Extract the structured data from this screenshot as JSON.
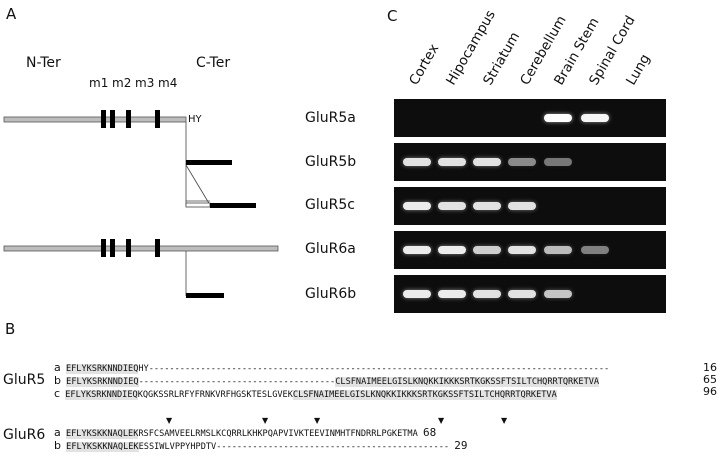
{
  "panels": {
    "a": "A",
    "b": "B",
    "c": "C"
  },
  "schematic": {
    "n_ter": "N-Ter",
    "c_ter": "C-Ter",
    "m1": "m1",
    "m2": "m2",
    "m3": "m3",
    "m4": "m4",
    "hy": "HY"
  },
  "isoforms": [
    "GluR5a",
    "GluR5b",
    "GluR5c",
    "GluR6a",
    "GluR6b"
  ],
  "tissues": [
    "Cortex",
    "Hipocampus",
    "Striatum",
    "Cerebellum",
    "Brain Stem",
    "Spinal Cord",
    "Lung"
  ],
  "gel_intensity": [
    [
      0,
      0,
      0,
      0,
      1.0,
      0.95,
      0
    ],
    [
      0.85,
      0.85,
      0.85,
      0.4,
      0.3,
      0,
      0
    ],
    [
      0.9,
      0.85,
      0.85,
      0.85,
      0,
      0,
      0
    ],
    [
      0.9,
      0.9,
      0.75,
      0.85,
      0.65,
      0.35,
      0
    ],
    [
      0.9,
      0.9,
      0.85,
      0.85,
      0.7,
      0,
      0
    ]
  ],
  "sequences": {
    "glur5": {
      "name": "GluR5",
      "rows": [
        {
          "letter": "a",
          "hl1": "EFLYKSRKNNDIEQ",
          "plain1": "HY-----------------------------------------------------------------------------------------",
          "hl2": "",
          "plain2": "",
          "num": "16"
        },
        {
          "letter": "b",
          "hl1": "EFLYKSRKNNDIEQ",
          "plain1": "--------------------------------------",
          "hl2": "CLSFNAIMEELGISLKNQKKIKKKSRTKGKSSFTSILTCHQRRTQRKETVA",
          "plain2": "",
          "num": "65"
        },
        {
          "letter": "c",
          "hl1": "EFLYKSRKNNDIEQ",
          "plain1": "KQGKSSRLRFYFRNKVRFHGSKTESLGVEK",
          "hl2": "CLSFNAIMEELGISLKNQKKIKKKSRTKGKSSFTSILTCHQRRTQRKETVA",
          "plain2": "",
          "num": "96"
        }
      ]
    },
    "glur6": {
      "name": "GluR6",
      "rows": [
        {
          "letter": "a",
          "hl1": "EFLYKSKKNAQLEK",
          "plain1": "RSFCSAMVEELRMSLKCQRRLKHKPQAPVIVKTEEVINMHTFNDRRLPGKETMA",
          "num": "68"
        },
        {
          "letter": "b",
          "hl1": "EFLYKSKKNAQLEK",
          "plain1": "ESSIWLVPPYHPDTV---------------------------------------------",
          "num": "29"
        }
      ]
    }
  }
}
